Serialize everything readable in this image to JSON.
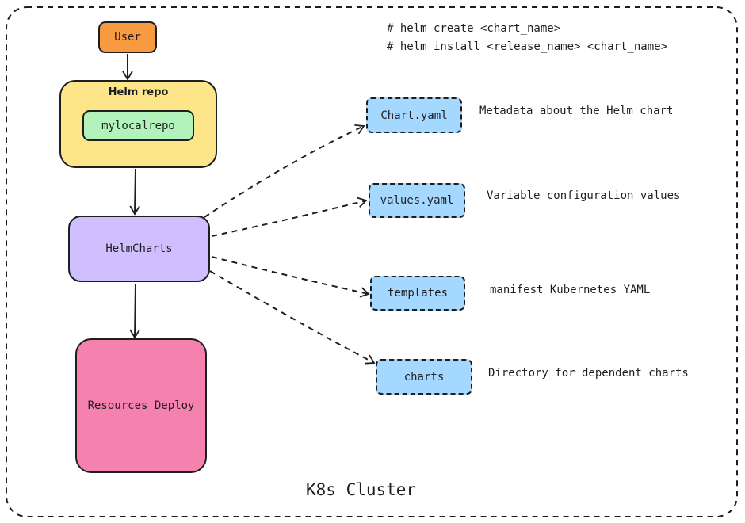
{
  "cluster": {
    "label": "K8s Cluster"
  },
  "commands": [
    "# helm create <chart_name>",
    "# helm install <release_name> <chart_name>"
  ],
  "nodes": {
    "user": "User",
    "helm_repo": "Helm repo",
    "repo_name": "mylocalrepo",
    "helm_charts": "HelmCharts",
    "resources": "Resources Deploy"
  },
  "files": [
    {
      "name": "Chart.yaml",
      "description": "Metadata about the Helm chart"
    },
    {
      "name": "values.yaml",
      "description": "Variable configuration values"
    },
    {
      "name": "templates",
      "description": "manifest Kubernetes YAML"
    },
    {
      "name": "charts",
      "description": "Directory for dependent charts"
    }
  ],
  "colors": {
    "user": "#f79a41",
    "helm_repo": "#fde68a",
    "repo": "#b2f2bb",
    "helm_charts": "#d0bfff",
    "resources": "#f582ae",
    "files": "#a5d8ff",
    "stroke": "#1e1e1e"
  }
}
